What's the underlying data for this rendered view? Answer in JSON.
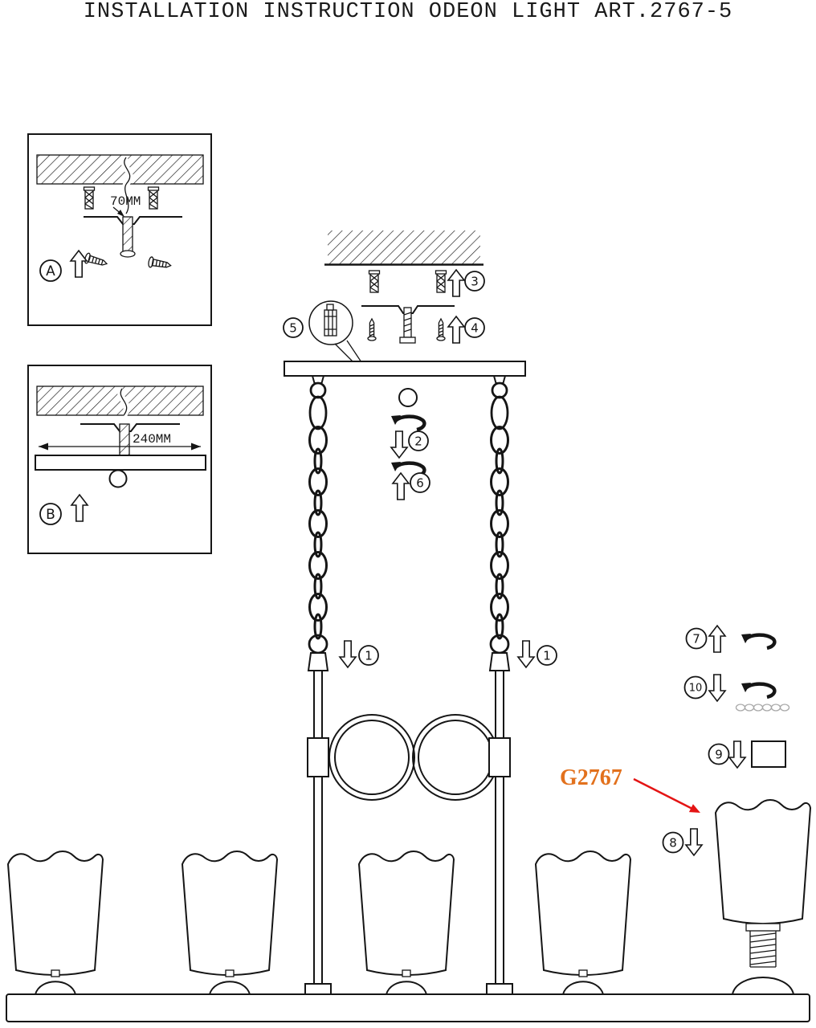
{
  "title": "INSTALLATION INSTRUCTION ODEON LIGHT ART.2767-5",
  "panel_a": {
    "label": "A",
    "dimension": "70MM"
  },
  "panel_b": {
    "label": "B",
    "dimension": "240MM"
  },
  "steps": {
    "s1": "1",
    "s2": "2",
    "s3": "3",
    "s4": "4",
    "s5": "5",
    "s6": "6",
    "s7": "7",
    "s8": "8",
    "s9": "9",
    "s10": "10"
  },
  "part": {
    "code": "G2767",
    "color": "#e2711d",
    "arrow_color": "#e41414"
  },
  "colors": {
    "line": "#151515"
  }
}
